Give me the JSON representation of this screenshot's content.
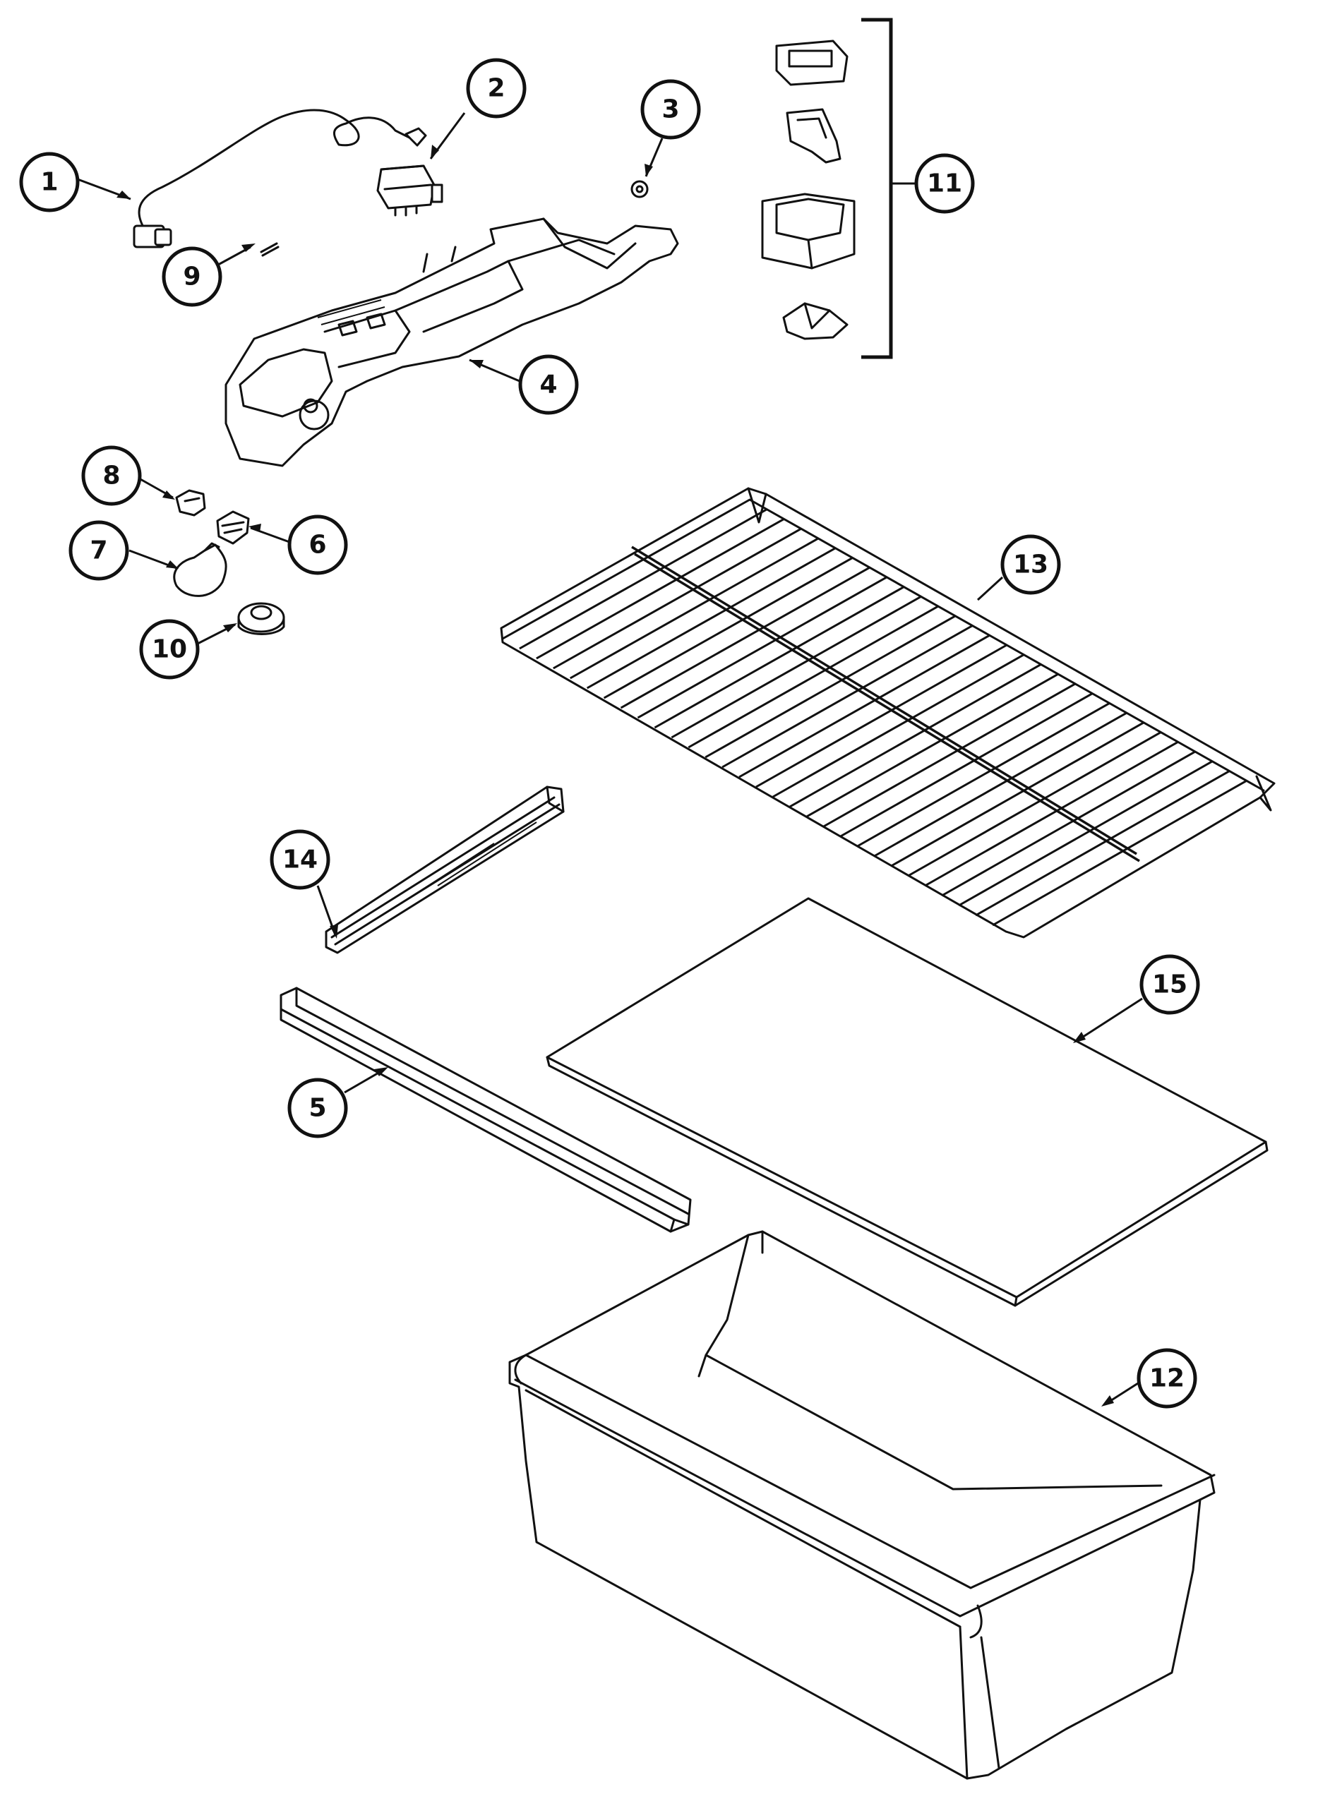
{
  "callouts": [
    {
      "id": "1",
      "label": "1"
    },
    {
      "id": "2",
      "label": "2"
    },
    {
      "id": "3",
      "label": "3"
    },
    {
      "id": "4",
      "label": "4"
    },
    {
      "id": "5",
      "label": "5"
    },
    {
      "id": "6",
      "label": "6"
    },
    {
      "id": "7",
      "label": "7"
    },
    {
      "id": "8",
      "label": "8"
    },
    {
      "id": "9",
      "label": "9"
    },
    {
      "id": "10",
      "label": "10"
    },
    {
      "id": "11",
      "label": "11"
    },
    {
      "id": "12",
      "label": "12"
    },
    {
      "id": "13",
      "label": "13"
    },
    {
      "id": "14",
      "label": "14"
    },
    {
      "id": "15",
      "label": "15"
    }
  ],
  "colors": {
    "ink": "#111111",
    "background": "#ffffff"
  }
}
